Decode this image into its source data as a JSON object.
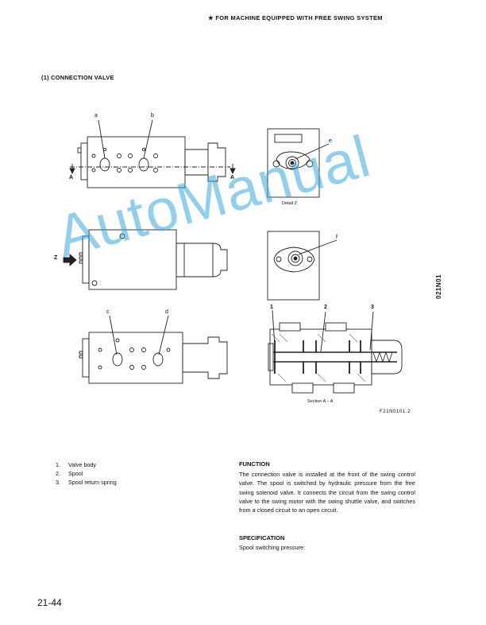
{
  "header": {
    "note": "★  FOR MACHINE EQUIPPED WITH FREE SWING SYSTEM"
  },
  "section": {
    "title": "(1)  CONNECTION VALVE"
  },
  "figure": {
    "labels": {
      "a": "a",
      "b": "b",
      "c": "c",
      "d": "d",
      "e": "e",
      "f": "f",
      "A_left": "A",
      "A_right": "A",
      "Z": "Z",
      "n1": "1",
      "n2": "2",
      "n3": "3"
    },
    "detail_caption": "Detail Z",
    "section_caption": "Section A – A",
    "side_code": "021N01",
    "fig_code": "F21N0101.2"
  },
  "parts": [
    {
      "num": "1.",
      "name": "Valve body"
    },
    {
      "num": "2.",
      "name": "Spool"
    },
    {
      "num": "3.",
      "name": "Spool return spring"
    }
  ],
  "function": {
    "heading": "FUNCTION",
    "text": "The connection valve is installed at the front of the swing control valve. The spool is switched by hydraulic pressure from the free swing solenoid valve. It connects the circuit from the swing control valve to the swing motor with the swing shuttle valve, and switches from a closed circuit to an open circuit."
  },
  "specification": {
    "heading": "SPECIFICATION",
    "text": "Spool switching pressure:"
  },
  "page_number": "21-44",
  "watermark": "AutoManual"
}
